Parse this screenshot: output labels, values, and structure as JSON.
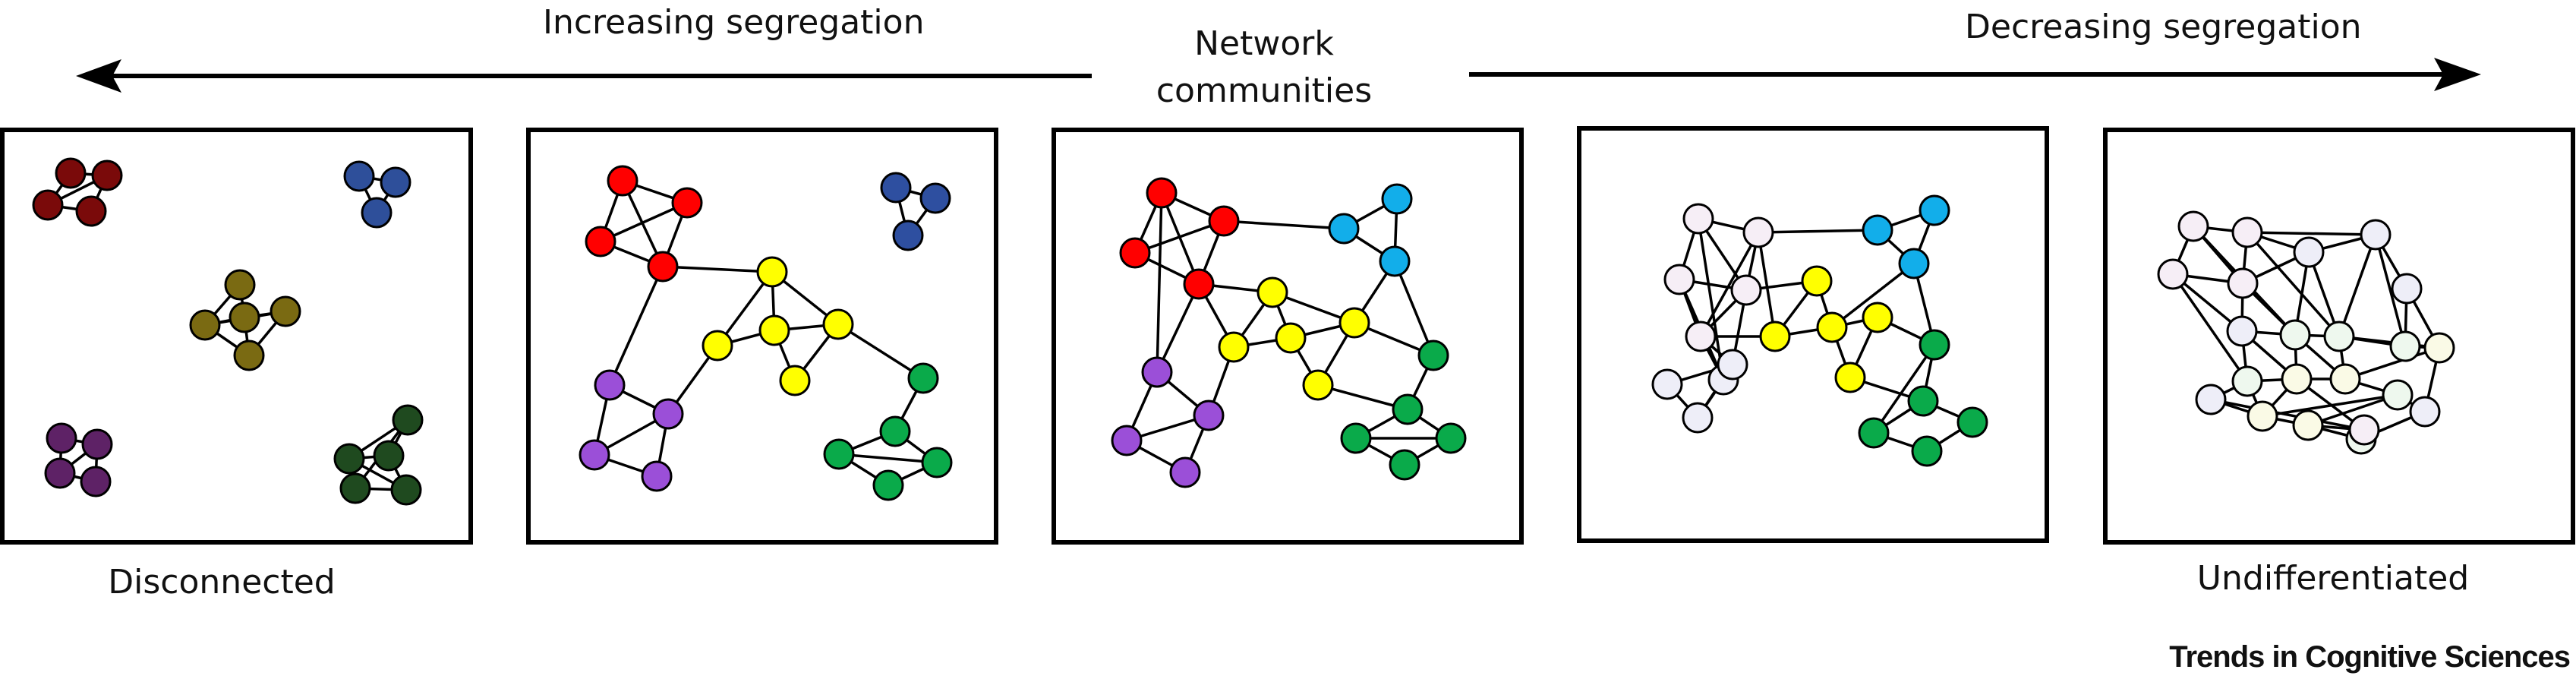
{
  "labels": {
    "increasing": "Increasing segregation",
    "decreasing": "Decreasing segregation",
    "network_line1": "Network",
    "network_line2": "communities",
    "disconnected": "Disconnected",
    "undifferentiated": "Undifferentiated",
    "credit": "Trends in Cognitive Sciences"
  },
  "colors": {
    "outline": "#000000",
    "dark_red": "#7a0a0a",
    "dark_blue": "#2e4f9a",
    "olive": "#7a6a12",
    "dark_purple": "#5e2266",
    "dark_green": "#1f4a1f",
    "red": "#ff0000",
    "blue": "#2e4fa0",
    "sky_blue": "#12aeea",
    "yellow": "#ffff00",
    "purple": "#9b4fd8",
    "green": "#0aaa4a",
    "pale_pink": "#f6eef6",
    "pale_lavender": "#eeeef8",
    "pale_mint": "#eef8ee",
    "pale_cream": "#fafae6"
  },
  "panels": [
    {
      "name": "disconnected",
      "nodes": [
        {
          "id": "r1",
          "color": "dark_red"
        },
        {
          "id": "r2",
          "color": "dark_red"
        },
        {
          "id": "r3",
          "color": "dark_red"
        },
        {
          "id": "r4",
          "color": "dark_red"
        },
        {
          "id": "b1",
          "color": "dark_blue"
        },
        {
          "id": "b2",
          "color": "dark_blue"
        },
        {
          "id": "b3",
          "color": "dark_blue"
        },
        {
          "id": "o1",
          "color": "olive"
        },
        {
          "id": "o2",
          "color": "olive"
        },
        {
          "id": "o3",
          "color": "olive"
        },
        {
          "id": "o4",
          "color": "olive"
        },
        {
          "id": "o5",
          "color": "olive"
        },
        {
          "id": "p1",
          "color": "dark_purple"
        },
        {
          "id": "p2",
          "color": "dark_purple"
        },
        {
          "id": "p3",
          "color": "dark_purple"
        },
        {
          "id": "p4",
          "color": "dark_purple"
        },
        {
          "id": "g1",
          "color": "dark_green"
        },
        {
          "id": "g2",
          "color": "dark_green"
        },
        {
          "id": "g3",
          "color": "dark_green"
        },
        {
          "id": "g4",
          "color": "dark_green"
        },
        {
          "id": "g5",
          "color": "dark_green"
        }
      ],
      "edges": [
        [
          "r1",
          "r2"
        ],
        [
          "r1",
          "r3"
        ],
        [
          "r2",
          "r3"
        ],
        [
          "r2",
          "r4"
        ],
        [
          "r3",
          "r4"
        ],
        [
          "b1",
          "b2"
        ],
        [
          "b1",
          "b3"
        ],
        [
          "b2",
          "b3"
        ],
        [
          "o1",
          "o2"
        ],
        [
          "o1",
          "o3"
        ],
        [
          "o2",
          "o3"
        ],
        [
          "o2",
          "o4"
        ],
        [
          "o3",
          "o4"
        ],
        [
          "o3",
          "o5"
        ],
        [
          "o4",
          "o5"
        ],
        [
          "o2",
          "o5"
        ],
        [
          "p1",
          "p2"
        ],
        [
          "p1",
          "p3"
        ],
        [
          "p2",
          "p3"
        ],
        [
          "p2",
          "p4"
        ],
        [
          "p3",
          "p4"
        ],
        [
          "g1",
          "g2"
        ],
        [
          "g1",
          "g3"
        ],
        [
          "g2",
          "g3"
        ],
        [
          "g2",
          "g4"
        ],
        [
          "g3",
          "g4"
        ],
        [
          "g3",
          "g5"
        ],
        [
          "g4",
          "g5"
        ],
        [
          "g1",
          "g5"
        ]
      ]
    },
    {
      "name": "increasing-segregation",
      "nodes": [
        {
          "id": "r1",
          "color": "red"
        },
        {
          "id": "r2",
          "color": "red"
        },
        {
          "id": "r3",
          "color": "red"
        },
        {
          "id": "r4",
          "color": "red"
        },
        {
          "id": "b1",
          "color": "blue"
        },
        {
          "id": "b2",
          "color": "blue"
        },
        {
          "id": "b3",
          "color": "blue"
        },
        {
          "id": "y1",
          "color": "yellow"
        },
        {
          "id": "y2",
          "color": "yellow"
        },
        {
          "id": "y3",
          "color": "yellow"
        },
        {
          "id": "y4",
          "color": "yellow"
        },
        {
          "id": "y5",
          "color": "yellow"
        },
        {
          "id": "v1",
          "color": "purple"
        },
        {
          "id": "v2",
          "color": "purple"
        },
        {
          "id": "v3",
          "color": "purple"
        },
        {
          "id": "v4",
          "color": "purple"
        },
        {
          "id": "g1",
          "color": "green"
        },
        {
          "id": "g2",
          "color": "green"
        },
        {
          "id": "g3",
          "color": "green"
        },
        {
          "id": "g4",
          "color": "green"
        },
        {
          "id": "g5",
          "color": "green"
        }
      ],
      "edges": [
        [
          "r1",
          "r2"
        ],
        [
          "r1",
          "r3"
        ],
        [
          "r2",
          "r3"
        ],
        [
          "r2",
          "r4"
        ],
        [
          "r3",
          "r4"
        ],
        [
          "r1",
          "r4"
        ],
        [
          "b1",
          "b2"
        ],
        [
          "b1",
          "b3"
        ],
        [
          "b2",
          "b3"
        ],
        [
          "y1",
          "y2"
        ],
        [
          "y2",
          "y3"
        ],
        [
          "y1",
          "y3"
        ],
        [
          "y3",
          "y4"
        ],
        [
          "y4",
          "y5"
        ],
        [
          "y3",
          "y5"
        ],
        [
          "y2",
          "y4"
        ],
        [
          "v1",
          "v2"
        ],
        [
          "v1",
          "v3"
        ],
        [
          "v2",
          "v3"
        ],
        [
          "v2",
          "v4"
        ],
        [
          "v3",
          "v4"
        ],
        [
          "g1",
          "g2"
        ],
        [
          "g2",
          "g3"
        ],
        [
          "g3",
          "g4"
        ],
        [
          "g4",
          "g5"
        ],
        [
          "g2",
          "g5"
        ],
        [
          "g3",
          "g5"
        ],
        [
          "r4",
          "y2"
        ],
        [
          "r4",
          "v1"
        ],
        [
          "y1",
          "v2"
        ],
        [
          "y4",
          "g1"
        ]
      ]
    },
    {
      "name": "network-communities",
      "nodes": [
        {
          "id": "r1",
          "color": "red"
        },
        {
          "id": "r2",
          "color": "red"
        },
        {
          "id": "r3",
          "color": "red"
        },
        {
          "id": "r4",
          "color": "red"
        },
        {
          "id": "c1",
          "color": "sky_blue"
        },
        {
          "id": "c2",
          "color": "sky_blue"
        },
        {
          "id": "c3",
          "color": "sky_blue"
        },
        {
          "id": "y1",
          "color": "yellow"
        },
        {
          "id": "y2",
          "color": "yellow"
        },
        {
          "id": "y3",
          "color": "yellow"
        },
        {
          "id": "y4",
          "color": "yellow"
        },
        {
          "id": "y5",
          "color": "yellow"
        },
        {
          "id": "v1",
          "color": "purple"
        },
        {
          "id": "v2",
          "color": "purple"
        },
        {
          "id": "v3",
          "color": "purple"
        },
        {
          "id": "v4",
          "color": "purple"
        },
        {
          "id": "g1",
          "color": "green"
        },
        {
          "id": "g2",
          "color": "green"
        },
        {
          "id": "g3",
          "color": "green"
        },
        {
          "id": "g4",
          "color": "green"
        },
        {
          "id": "g5",
          "color": "green"
        }
      ],
      "edges": [
        [
          "r1",
          "r2"
        ],
        [
          "r1",
          "r3"
        ],
        [
          "r2",
          "r3"
        ],
        [
          "r2",
          "r4"
        ],
        [
          "r3",
          "r4"
        ],
        [
          "r1",
          "r4"
        ],
        [
          "c1",
          "c2"
        ],
        [
          "c1",
          "c3"
        ],
        [
          "c2",
          "c3"
        ],
        [
          "y1",
          "y2"
        ],
        [
          "y2",
          "y3"
        ],
        [
          "y1",
          "y3"
        ],
        [
          "y3",
          "y4"
        ],
        [
          "y4",
          "y5"
        ],
        [
          "y3",
          "y5"
        ],
        [
          "y2",
          "y4"
        ],
        [
          "v1",
          "v2"
        ],
        [
          "v1",
          "v3"
        ],
        [
          "v2",
          "v3"
        ],
        [
          "v2",
          "v4"
        ],
        [
          "v3",
          "v4"
        ],
        [
          "g1",
          "g2"
        ],
        [
          "g2",
          "g3"
        ],
        [
          "g3",
          "g4"
        ],
        [
          "g4",
          "g5"
        ],
        [
          "g2",
          "g5"
        ],
        [
          "g3",
          "g5"
        ],
        [
          "r2",
          "c1"
        ],
        [
          "r4",
          "y1"
        ],
        [
          "r4",
          "y2"
        ],
        [
          "r1",
          "v1"
        ],
        [
          "y1",
          "v2"
        ],
        [
          "c3",
          "y4"
        ],
        [
          "c3",
          "g1"
        ],
        [
          "y4",
          "g1"
        ],
        [
          "y5",
          "g2"
        ],
        [
          "r4",
          "v1"
        ]
      ]
    },
    {
      "name": "decreasing-segregation",
      "nodes": [
        {
          "id": "w1",
          "color": "pale_pink"
        },
        {
          "id": "w2",
          "color": "pale_pink"
        },
        {
          "id": "w3",
          "color": "pale_pink"
        },
        {
          "id": "w4",
          "color": "pale_pink"
        },
        {
          "id": "w5",
          "color": "pale_pink"
        },
        {
          "id": "w6",
          "color": "pale_lavender"
        },
        {
          "id": "w7",
          "color": "pale_lavender"
        },
        {
          "id": "w8",
          "color": "pale_lavender"
        },
        {
          "id": "w9",
          "color": "pale_lavender"
        },
        {
          "id": "c1",
          "color": "sky_blue"
        },
        {
          "id": "c2",
          "color": "sky_blue"
        },
        {
          "id": "c3",
          "color": "sky_blue"
        },
        {
          "id": "y1",
          "color": "yellow"
        },
        {
          "id": "y2",
          "color": "yellow"
        },
        {
          "id": "y3",
          "color": "yellow"
        },
        {
          "id": "y4",
          "color": "yellow"
        },
        {
          "id": "y5",
          "color": "yellow"
        },
        {
          "id": "g1",
          "color": "green"
        },
        {
          "id": "g2",
          "color": "green"
        },
        {
          "id": "g3",
          "color": "green"
        },
        {
          "id": "g4",
          "color": "green"
        },
        {
          "id": "g5",
          "color": "green"
        }
      ],
      "edges": [
        [
          "w1",
          "w2"
        ],
        [
          "w1",
          "w3"
        ],
        [
          "w1",
          "w4"
        ],
        [
          "w2",
          "w4"
        ],
        [
          "w3",
          "w4"
        ],
        [
          "w3",
          "w5"
        ],
        [
          "w4",
          "w5"
        ],
        [
          "w2",
          "w5"
        ],
        [
          "w3",
          "w6"
        ],
        [
          "w5",
          "w6"
        ],
        [
          "w5",
          "w7"
        ],
        [
          "w6",
          "w7"
        ],
        [
          "w6",
          "w8"
        ],
        [
          "w7",
          "w8"
        ],
        [
          "w7",
          "w9"
        ],
        [
          "w8",
          "w9"
        ],
        [
          "w4",
          "w7"
        ],
        [
          "w1",
          "w6"
        ],
        [
          "w2",
          "c1"
        ],
        [
          "c1",
          "c2"
        ],
        [
          "c1",
          "c3"
        ],
        [
          "c2",
          "c3"
        ],
        [
          "w4",
          "y1"
        ],
        [
          "w5",
          "y2"
        ],
        [
          "y1",
          "y2"
        ],
        [
          "y2",
          "y3"
        ],
        [
          "y3",
          "y4"
        ],
        [
          "y1",
          "y3"
        ],
        [
          "y4",
          "y5"
        ],
        [
          "y3",
          "y5"
        ],
        [
          "c3",
          "y3"
        ],
        [
          "c3",
          "g1"
        ],
        [
          "y4",
          "g1"
        ],
        [
          "y5",
          "g2"
        ],
        [
          "g1",
          "g2"
        ],
        [
          "g2",
          "g3"
        ],
        [
          "g3",
          "g4"
        ],
        [
          "g4",
          "g5"
        ],
        [
          "g2",
          "g5"
        ],
        [
          "g1",
          "g5"
        ],
        [
          "w2",
          "y2"
        ]
      ]
    },
    {
      "name": "undifferentiated",
      "nodes": [
        {
          "id": "u1",
          "color": "pale_pink"
        },
        {
          "id": "u2",
          "color": "pale_pink"
        },
        {
          "id": "u3",
          "color": "pale_pink"
        },
        {
          "id": "u4",
          "color": "pale_pink"
        },
        {
          "id": "u5",
          "color": "pale_lavender"
        },
        {
          "id": "u6",
          "color": "pale_lavender"
        },
        {
          "id": "u7",
          "color": "pale_lavender"
        },
        {
          "id": "u8",
          "color": "pale_lavender"
        },
        {
          "id": "u9",
          "color": "pale_mint"
        },
        {
          "id": "u10",
          "color": "pale_mint"
        },
        {
          "id": "u11",
          "color": "pale_mint"
        },
        {
          "id": "u12",
          "color": "pale_mint"
        },
        {
          "id": "u13",
          "color": "pale_cream"
        },
        {
          "id": "u14",
          "color": "pale_cream"
        },
        {
          "id": "u15",
          "color": "pale_cream"
        },
        {
          "id": "u16",
          "color": "pale_cream"
        },
        {
          "id": "u17",
          "color": "pale_mint"
        },
        {
          "id": "u18",
          "color": "pale_lavender"
        },
        {
          "id": "u19",
          "color": "pale_cream"
        },
        {
          "id": "u20",
          "color": "pale_mint"
        },
        {
          "id": "u21",
          "color": "pale_lavender"
        },
        {
          "id": "u22",
          "color": "pale_pink"
        }
      ],
      "edges": [
        [
          "u1",
          "u2"
        ],
        [
          "u1",
          "u3"
        ],
        [
          "u2",
          "u4"
        ],
        [
          "u3",
          "u4"
        ],
        [
          "u1",
          "u4"
        ],
        [
          "u2",
          "u5"
        ],
        [
          "u4",
          "u5"
        ],
        [
          "u5",
          "u6"
        ],
        [
          "u2",
          "u6"
        ],
        [
          "u6",
          "u7"
        ],
        [
          "u3",
          "u8"
        ],
        [
          "u4",
          "u8"
        ],
        [
          "u8",
          "u9"
        ],
        [
          "u4",
          "u9"
        ],
        [
          "u5",
          "u9"
        ],
        [
          "u9",
          "u10"
        ],
        [
          "u5",
          "u10"
        ],
        [
          "u6",
          "u10"
        ],
        [
          "u10",
          "u11"
        ],
        [
          "u7",
          "u11"
        ],
        [
          "u6",
          "u11"
        ],
        [
          "u8",
          "u12"
        ],
        [
          "u12",
          "u13"
        ],
        [
          "u9",
          "u13"
        ],
        [
          "u13",
          "u14"
        ],
        [
          "u10",
          "u14"
        ],
        [
          "u14",
          "u15"
        ],
        [
          "u11",
          "u15"
        ],
        [
          "u12",
          "u16"
        ],
        [
          "u13",
          "u16"
        ],
        [
          "u16",
          "u17"
        ],
        [
          "u14",
          "u17"
        ],
        [
          "u17",
          "u18"
        ],
        [
          "u15",
          "u18"
        ],
        [
          "u3",
          "u12"
        ],
        [
          "u7",
          "u15"
        ],
        [
          "u1",
          "u9"
        ],
        [
          "u2",
          "u10"
        ],
        [
          "u8",
          "u13"
        ],
        [
          "u9",
          "u14"
        ],
        [
          "u10",
          "u15"
        ],
        [
          "u16",
          "u19"
        ],
        [
          "u17",
          "u19"
        ],
        [
          "u18",
          "u20"
        ],
        [
          "u19",
          "u20"
        ],
        [
          "u12",
          "u21"
        ],
        [
          "u16",
          "u21"
        ],
        [
          "u21",
          "u22"
        ],
        [
          "u13",
          "u22"
        ],
        [
          "u19",
          "u22"
        ]
      ]
    }
  ]
}
